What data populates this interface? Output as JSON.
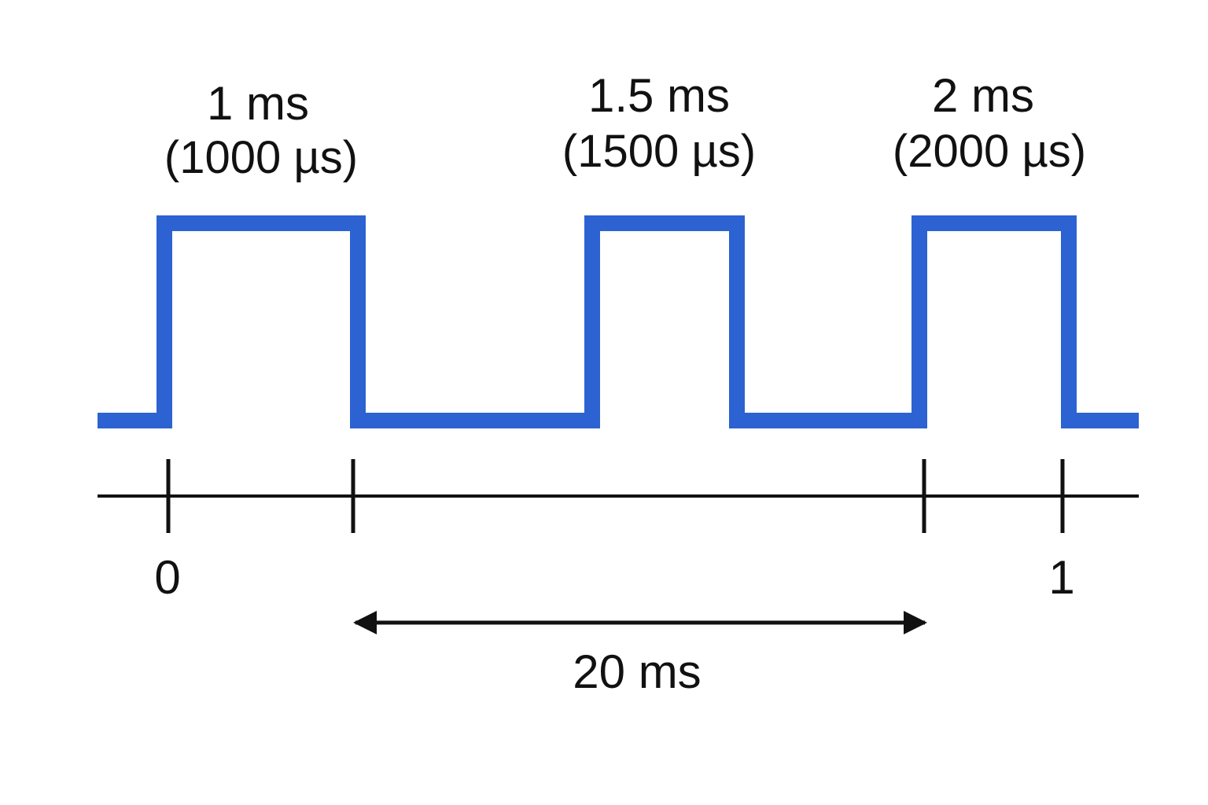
{
  "colors": {
    "signal": "#2c62d2",
    "axis": "#111111",
    "background": "#ffffff"
  },
  "pulses": [
    {
      "label": "1 ms",
      "sublabel": "(1000 µs)",
      "width_ms": 1
    },
    {
      "label": "1.5 ms",
      "sublabel": "(1500 µs)",
      "width_ms": 1.5
    },
    {
      "label": "2 ms",
      "sublabel": "(2000 µs)",
      "width_ms": 2
    }
  ],
  "timeline": {
    "start_label": "0",
    "end_label": "1"
  },
  "period": {
    "label": "20 ms"
  }
}
